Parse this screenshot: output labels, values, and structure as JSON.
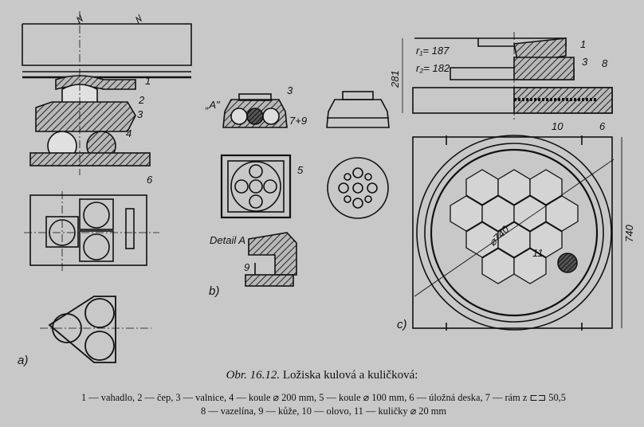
{
  "figure": {
    "number": "Obr. 16.12.",
    "title": "Ložiska kulová a kuličková:",
    "legend_line1": "1 — vahadlo, 2 — čep, 3 — valnice, 4 — koule ⌀ 200 mm, 5 — koule ⌀ 100 mm, 6 — úložná deska, 7 — rám z ⊏⊐ 50,5",
    "legend_line2": "8 — vazelína, 9 — kůže, 10 — olovo, 11 — kuličky ⌀ 20 mm"
  },
  "subfigures": {
    "a": "a)",
    "b": "b)",
    "c": "c)"
  },
  "part_a_labels": {
    "p1": "1",
    "p2": "2",
    "p3": "3",
    "p4": "4",
    "p6": "6"
  },
  "part_b_labels": {
    "p3": "3",
    "p7": "7+9",
    "p5": "5",
    "p9": "9",
    "view_a": "„A\"",
    "detail": "Detail A"
  },
  "part_c_labels": {
    "p1": "1",
    "p3": "3",
    "p8": "8",
    "p10": "10",
    "p6": "6",
    "p11": "11",
    "r1": "r₁= 187",
    "r2": "r₂= 182",
    "height": "281",
    "diameter": "⌀740",
    "width": "740"
  }
}
